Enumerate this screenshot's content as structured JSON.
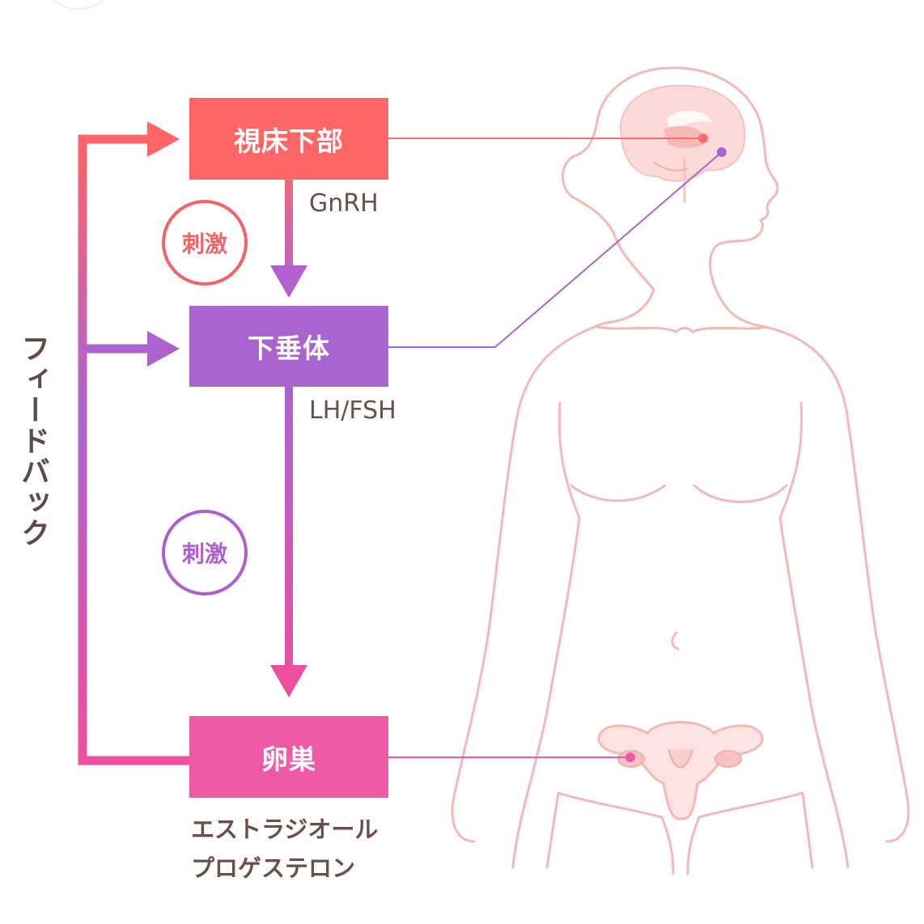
{
  "feedback_label": "フィードバック",
  "nodes": {
    "hypothalamus": {
      "label": "視床下部",
      "color": "#ff6665"
    },
    "pituitary": {
      "label": "下垂体",
      "color": "#a964cf"
    },
    "ovary": {
      "label": "卵巣",
      "color": "#ee5aa5"
    }
  },
  "hormones": {
    "gnrh": "GnRH",
    "lh_fsh": "LH/FSH",
    "estradiol": "エストラジオール",
    "progesterone": "プロゲステロン"
  },
  "stimulus": [
    {
      "label": "刺激",
      "color": "#f56368"
    },
    {
      "label": "刺激",
      "color": "#ad5fd1"
    }
  ],
  "colors": {
    "body_outline": "#f5b8b6",
    "body_fill": "#fbdcda",
    "text_dark": "#6b4f4a"
  }
}
